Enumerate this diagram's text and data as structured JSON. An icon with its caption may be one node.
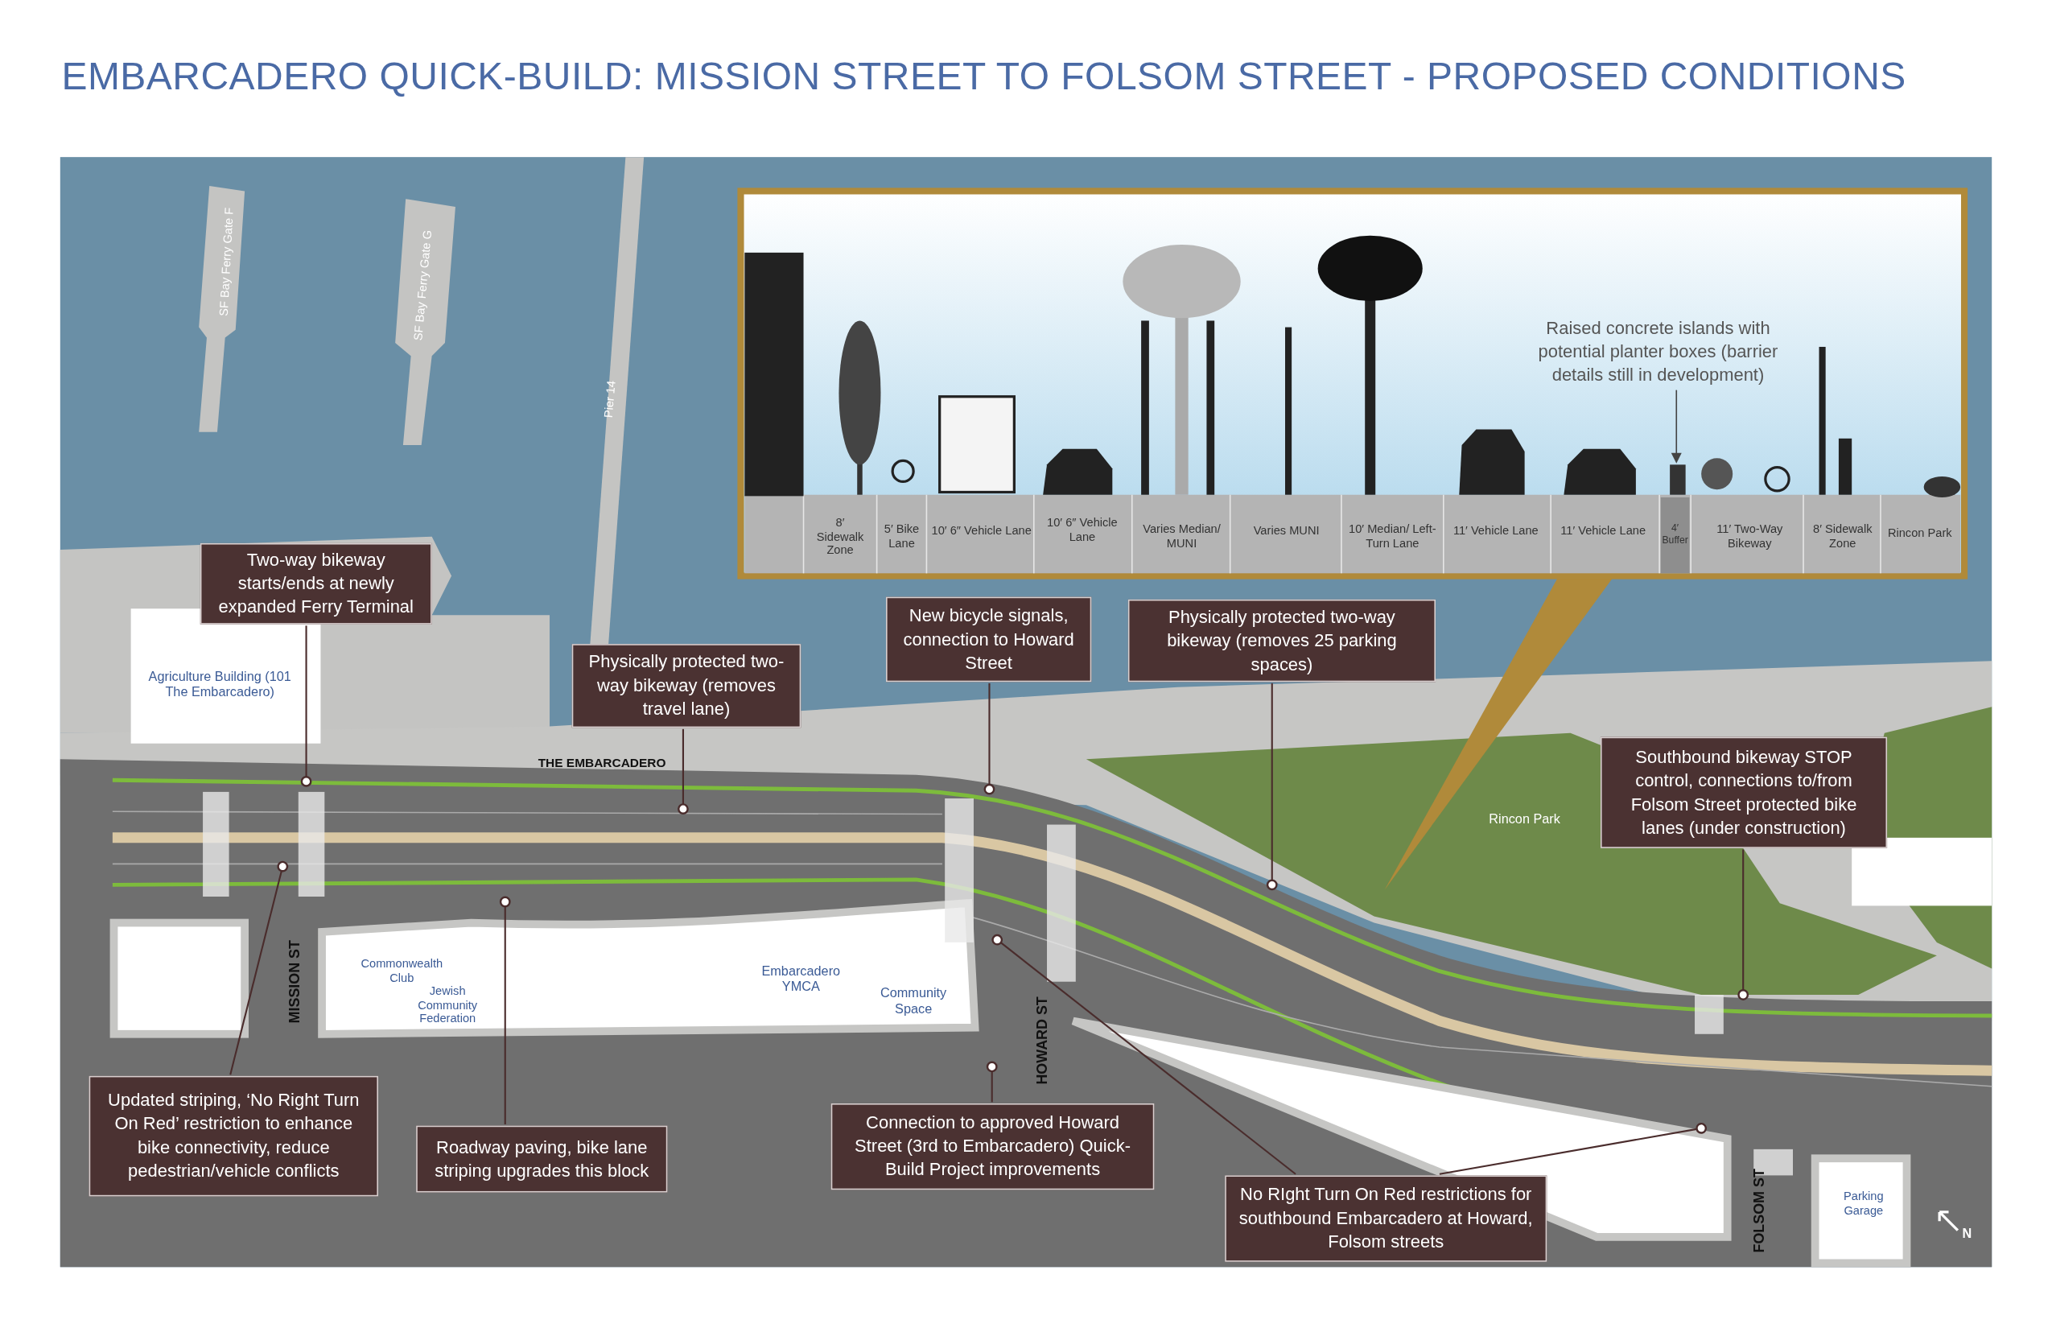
{
  "diagram": {
    "title": "EMBARCADERO QUICK-BUILD: MISSION STREET TO FOLSOM STREET - PROPOSED CONDITIONS",
    "nodes": [
      {
        "text": [
          "Two-way bikeway starts/ends at newly expanded Ferry Terminal"
        ]
      },
      {
        "text": [
          "Physically protected two-way bikeway (removes travel lane)"
        ]
      },
      {
        "text": [
          "New bicycle signals, connection to Howard Street"
        ]
      },
      {
        "text": [
          "Physically protected two-way bikeway (removes 25 parking spaces)"
        ]
      },
      {
        "text": [
          "Southbound bikeway STOP control, connections to/from Folsom Street protected bike lanes (under construction)"
        ]
      },
      {
        "text": [
          "Updated striping, ‘No Right Turn On Red’ restriction to enhance bike connectivity, reduce pedestrian/vehicle conflicts"
        ]
      },
      {
        "text": [
          "Roadway paving, bike lane striping upgrades this block"
        ]
      },
      {
        "text": [
          "Connection to approved Howard Street (3rd to Embarcadero) Quick-Build Project improvements"
        ]
      },
      {
        "text": [
          "No RIght Turn On Red restrictions for southbound Embarcadero at Howard, Folsom streets"
        ]
      },
      {
        "text": [
          "Raised concrete islands with potential planter boxes (barrier details still in development)"
        ]
      }
    ],
    "edges": [
      {
        "from": 0,
        "to": null,
        "arrow": "other"
      },
      {
        "from": 1,
        "to": null,
        "arrow": "other"
      },
      {
        "from": 2,
        "to": null,
        "arrow": "other"
      },
      {
        "from": 3,
        "to": null,
        "arrow": "other"
      },
      {
        "from": 4,
        "to": null,
        "arrow": "other"
      },
      {
        "from": 5,
        "to": null,
        "arrow": "other"
      },
      {
        "from": 6,
        "to": null,
        "arrow": "other"
      },
      {
        "from": 7,
        "to": null,
        "arrow": "other"
      },
      {
        "from": 8,
        "to": null,
        "arrow": "other"
      },
      {
        "from": 8,
        "to": null,
        "arrow": "other"
      },
      {
        "from": 9,
        "to": null,
        "arrow": "to",
        "color": "#444444"
      }
    ],
    "labels": [
      "SF Bay Ferry Gate F",
      "SF Bay Ferry Gate G",
      "Pier 14",
      "8′ Sidewalk Zone",
      "5′ Bike Lane",
      "10′ 6″ Vehicle Lane",
      "10′ 6″ Vehicle Lane",
      "Varies Median/ MUNI",
      "Varies MUNI",
      "10′ Median/ Left-Turn Lane",
      "11′ Vehicle Lane",
      "11′ Vehicle Lane",
      "4′ Buffer",
      "11′ Two-Way Bikeway",
      "8′ Sidewalk Zone",
      "Rincon Park",
      "Agriculture Building (101 The Embarcadero)",
      "THE EMBARCADERO",
      "Rincon Park",
      "Commonwealth Club",
      "Jewish Community Federation",
      "Embarcadero YMCA",
      "Community Space",
      "MISSION ST",
      "HOWARD ST",
      "FOLSOM ST",
      "Parking Garage",
      "N"
    ]
  }
}
